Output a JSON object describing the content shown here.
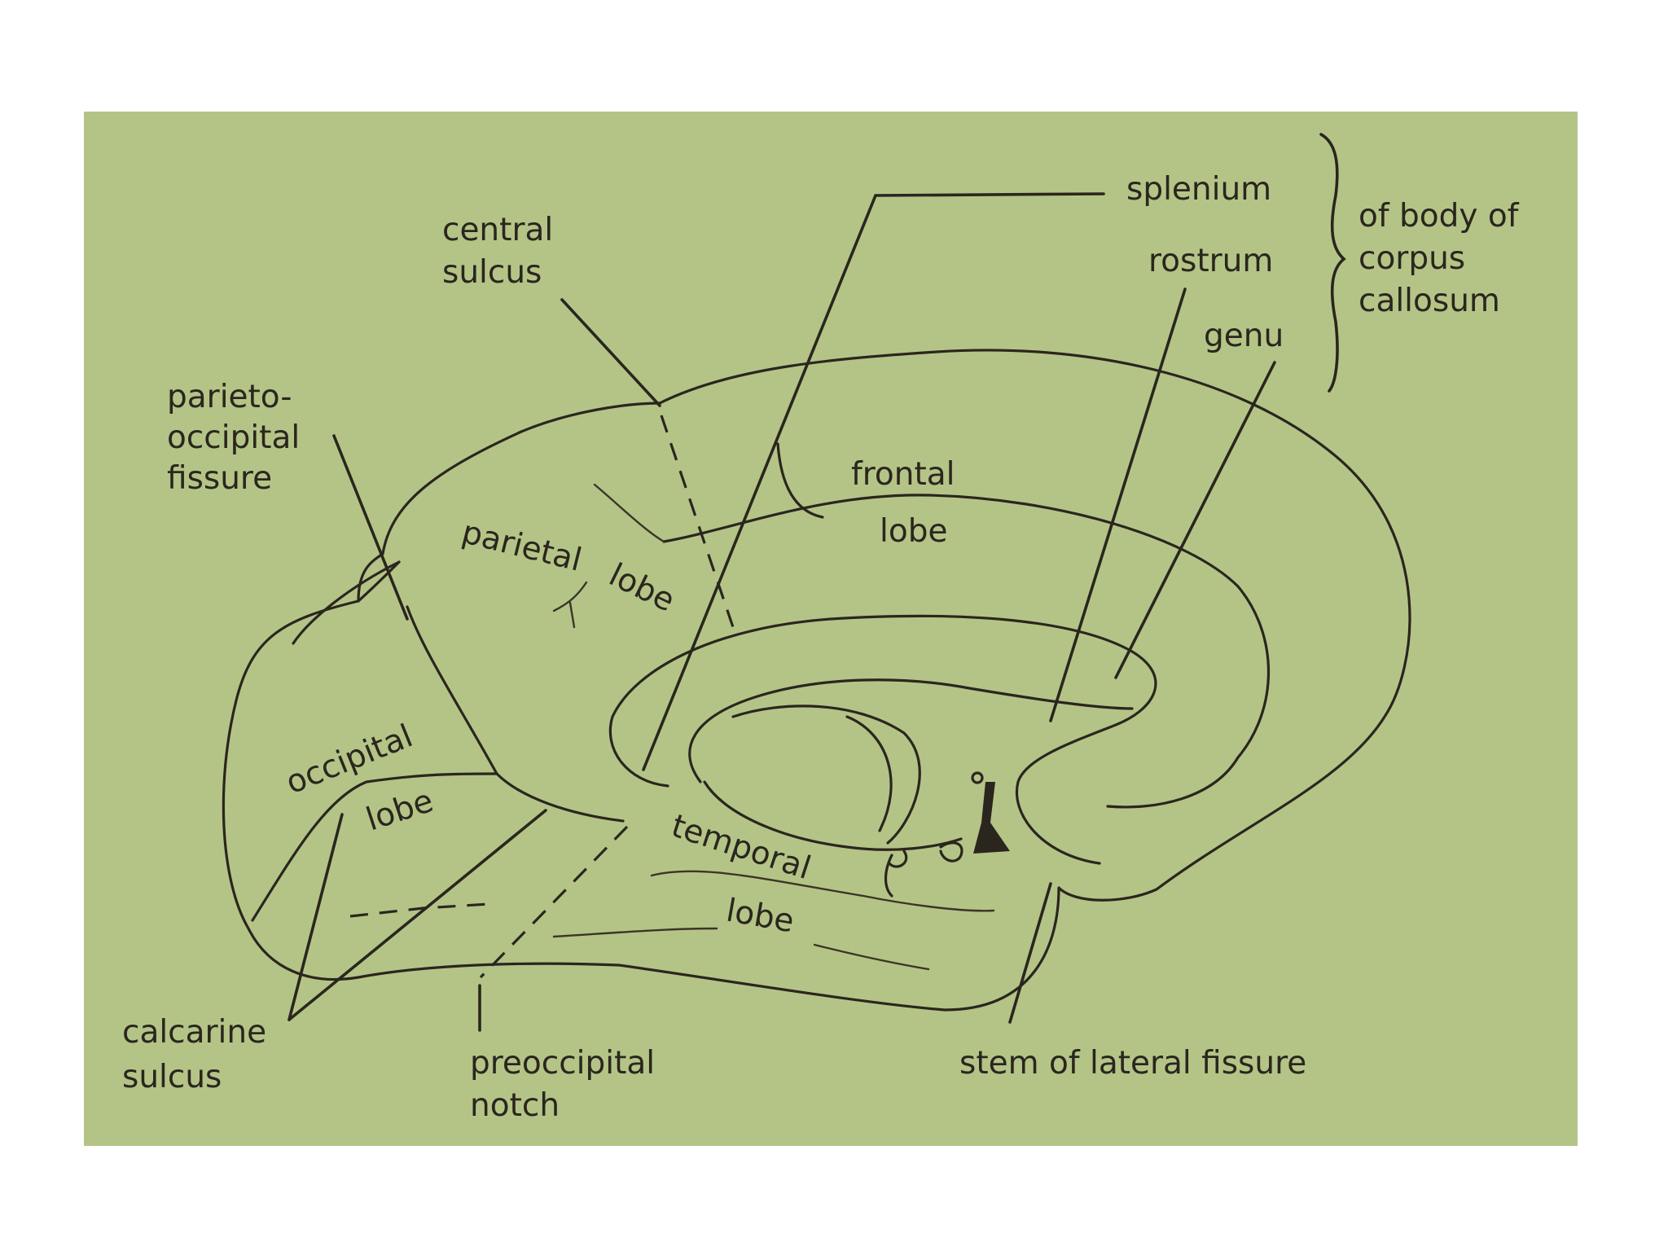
{
  "labels": {
    "central_sulcus": [
      "central",
      "sulcus"
    ],
    "parieto_occipital_fissure": [
      "parieto-",
      "occipital",
      "fissure"
    ],
    "splenium": "splenium",
    "rostrum": "rostrum",
    "genu": "genu",
    "corpus_callosum_group": [
      "of body of",
      "corpus",
      "callosum"
    ],
    "frontal_lobe": [
      "frontal",
      "lobe"
    ],
    "parietal_lobe": [
      "parietal",
      "lobe"
    ],
    "occipital_lobe": [
      "occipital",
      "lobe"
    ],
    "temporal_lobe": [
      "temporal",
      "lobe"
    ],
    "calcarine_sulcus": [
      "calcarine",
      "sulcus"
    ],
    "preoccipital_notch": [
      "preoccipital",
      "notch"
    ],
    "stem_of_lateral_fissure": "stem of lateral fissure"
  }
}
